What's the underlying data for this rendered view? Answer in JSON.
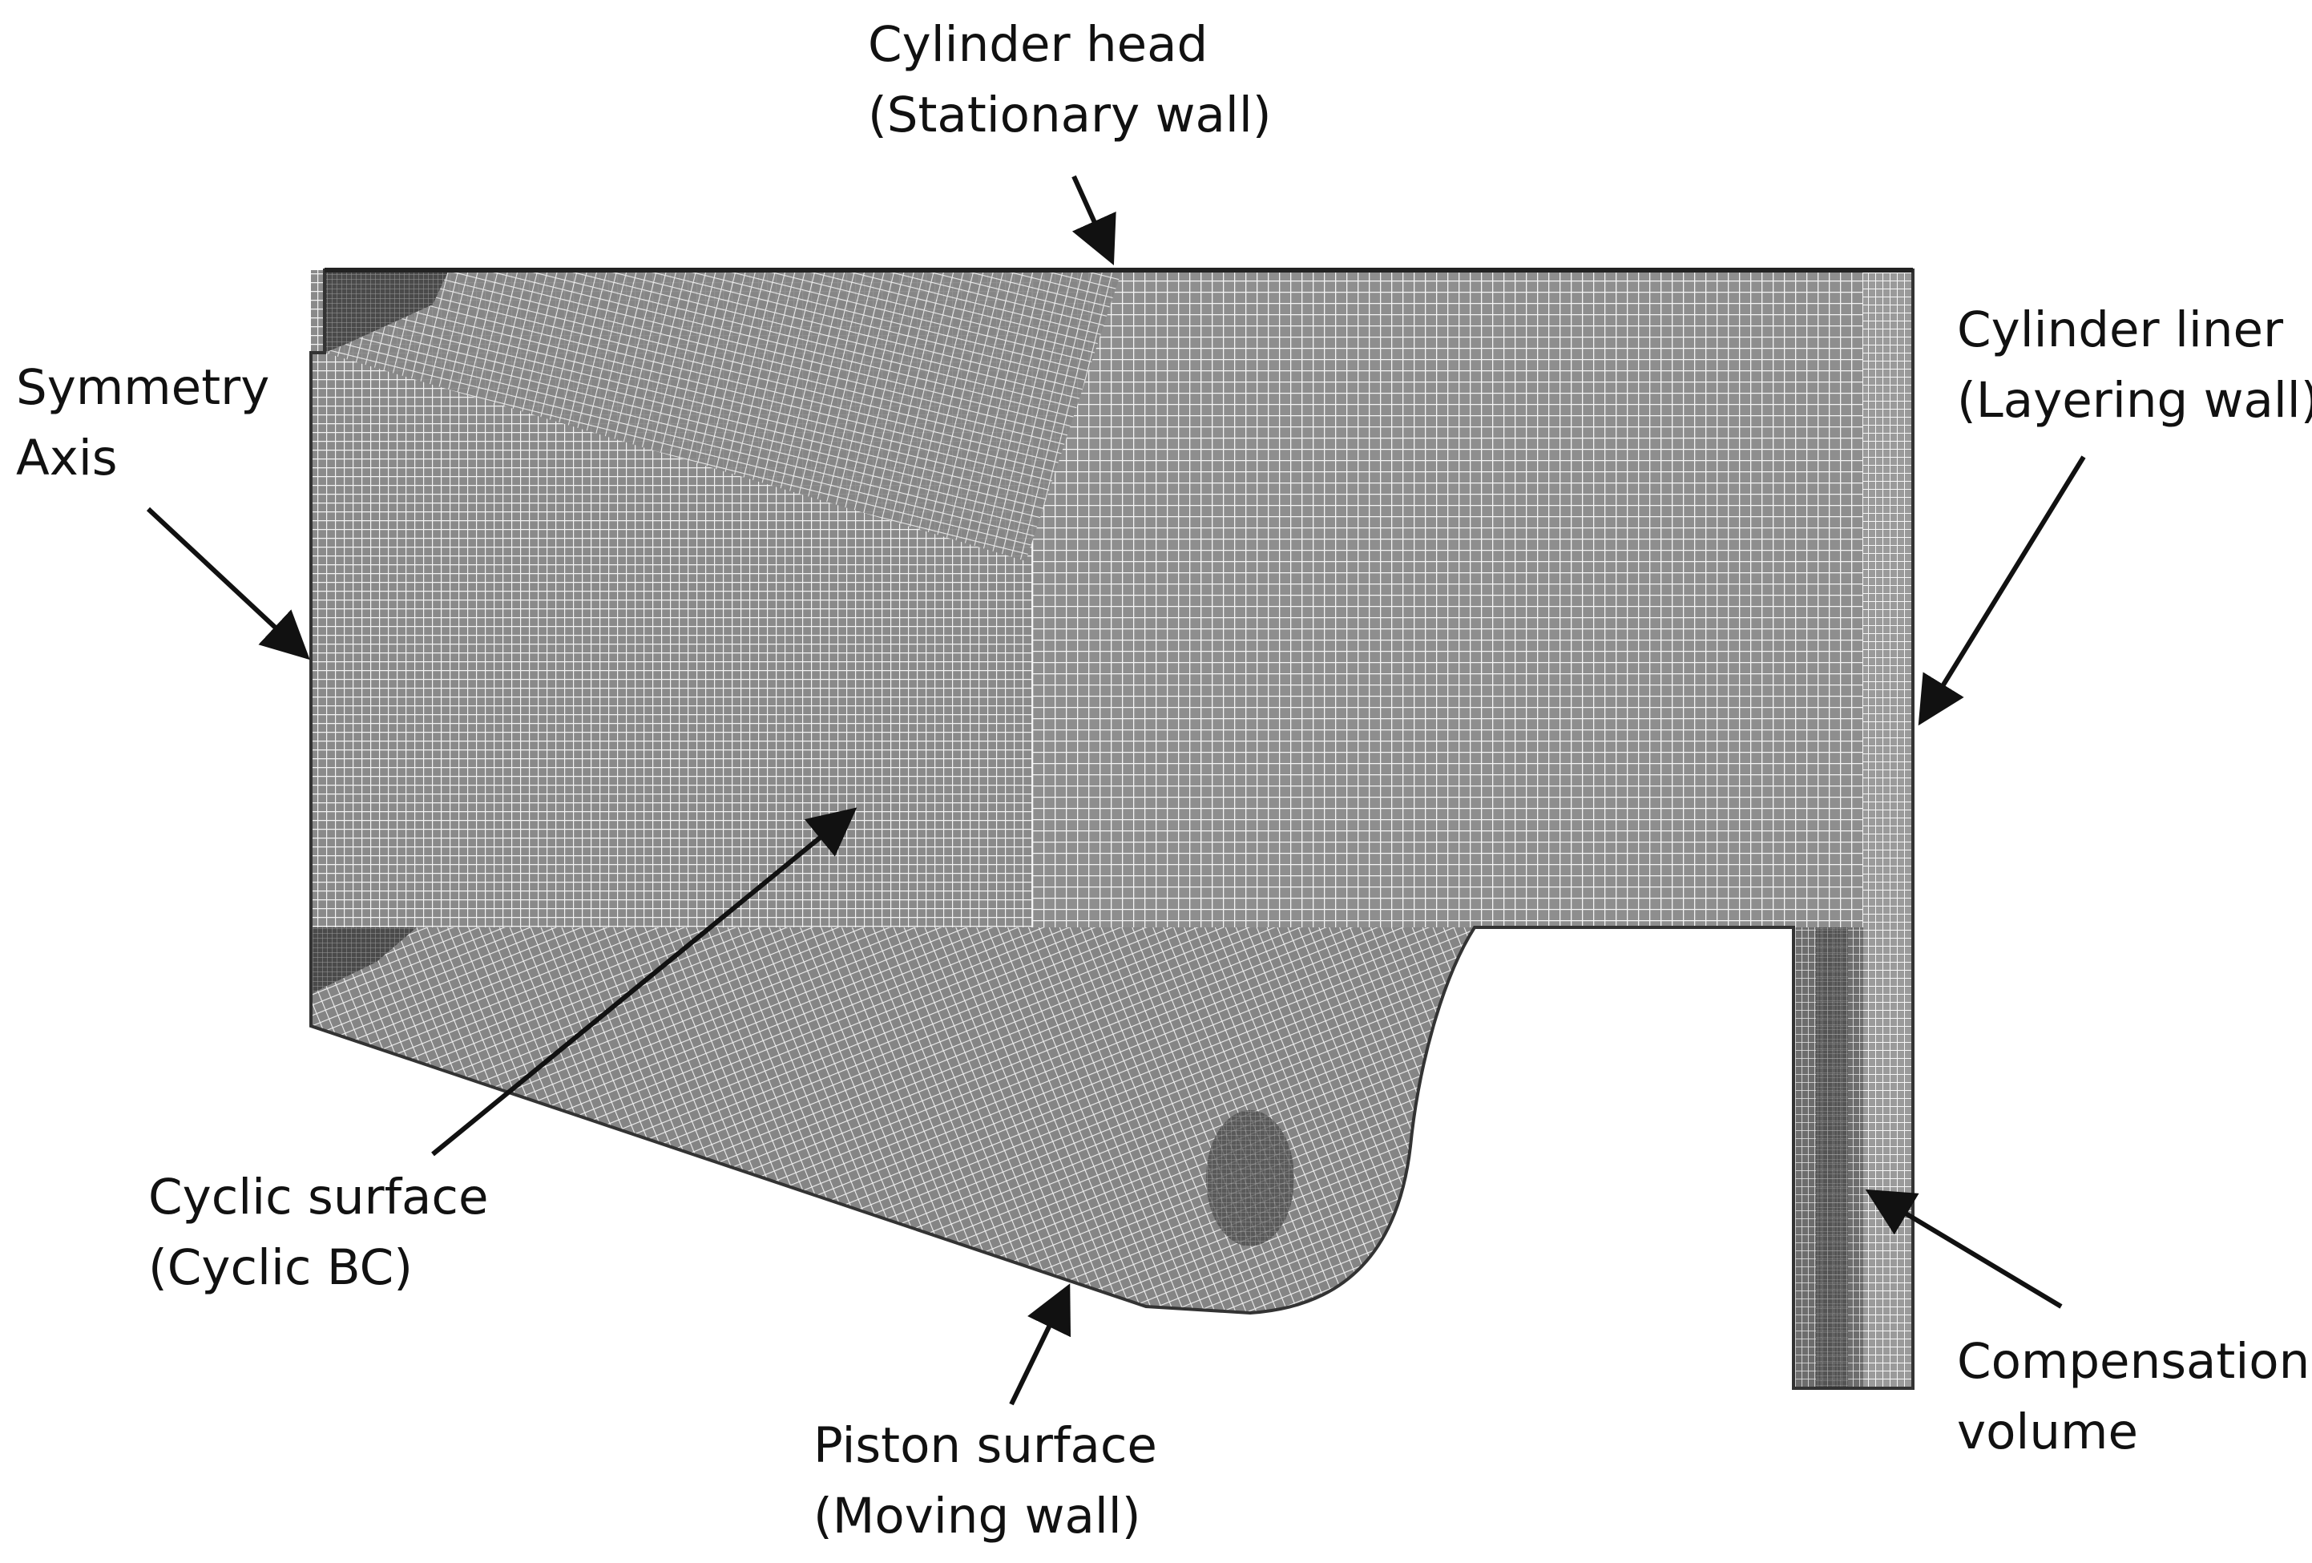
{
  "labels": {
    "cylinder_head": {
      "line1": "Cylinder head",
      "line2": "(Stationary wall)"
    },
    "symmetry_axis": {
      "line1": "Symmetry",
      "line2": "Axis"
    },
    "cylinder_liner": {
      "line1": "Cylinder liner",
      "line2": "(Layering wall)"
    },
    "cyclic_surface": {
      "line1": "Cyclic surface",
      "line2": "(Cyclic BC)"
    },
    "piston_surface": {
      "line1": "Piston surface",
      "line2": "(Moving wall)"
    },
    "compensation_volume": {
      "line1": "Compensation",
      "line2": "volume"
    }
  },
  "colors": {
    "mesh_fill": "#8a8a8a",
    "mesh_line": "#f2f2f2",
    "mesh_dense": "#4a4a4a",
    "outline": "#333333",
    "arrow": "#111111"
  }
}
